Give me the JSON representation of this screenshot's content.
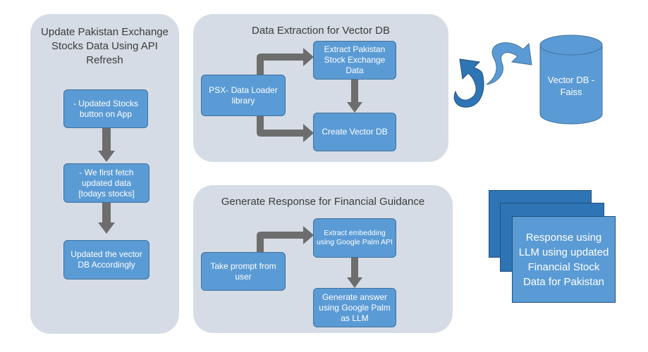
{
  "panel1": {
    "title": "Update Pakistan Exchange Stocks Data Using API Refresh",
    "box1": "- Updated Stocks button on App",
    "box2": "- We first fetch updated data [todays stocks]",
    "box3": "Updated the vector DB Accordingly"
  },
  "panel2": {
    "title": "Data Extraction for Vector DB",
    "loader": "PSX- Data Loader library",
    "extract": "Extract Pakistan Stock Exchange Data",
    "create": "Create Vector DB"
  },
  "panel3": {
    "title": "Generate Response for Financial Guidance",
    "prompt": "Take prompt from user",
    "embed": "Extract embedding using Google Palm API",
    "answer": "Generate answer using Google Palm as LLM"
  },
  "vector_db": {
    "label": "Vector DB - Faiss"
  },
  "response": {
    "label": "Response using LLM using updated Financial Stock Data for Pakistan"
  },
  "colors": {
    "panel": "#d6dce5",
    "box_fill": "#5b9bd5",
    "box_border": "#41719c",
    "arrow": "#6d6d6d",
    "dark_blue": "#2e75b6"
  },
  "icons": [
    "arrow-connector",
    "cycle-arrows-icon",
    "database-cylinder-icon"
  ]
}
